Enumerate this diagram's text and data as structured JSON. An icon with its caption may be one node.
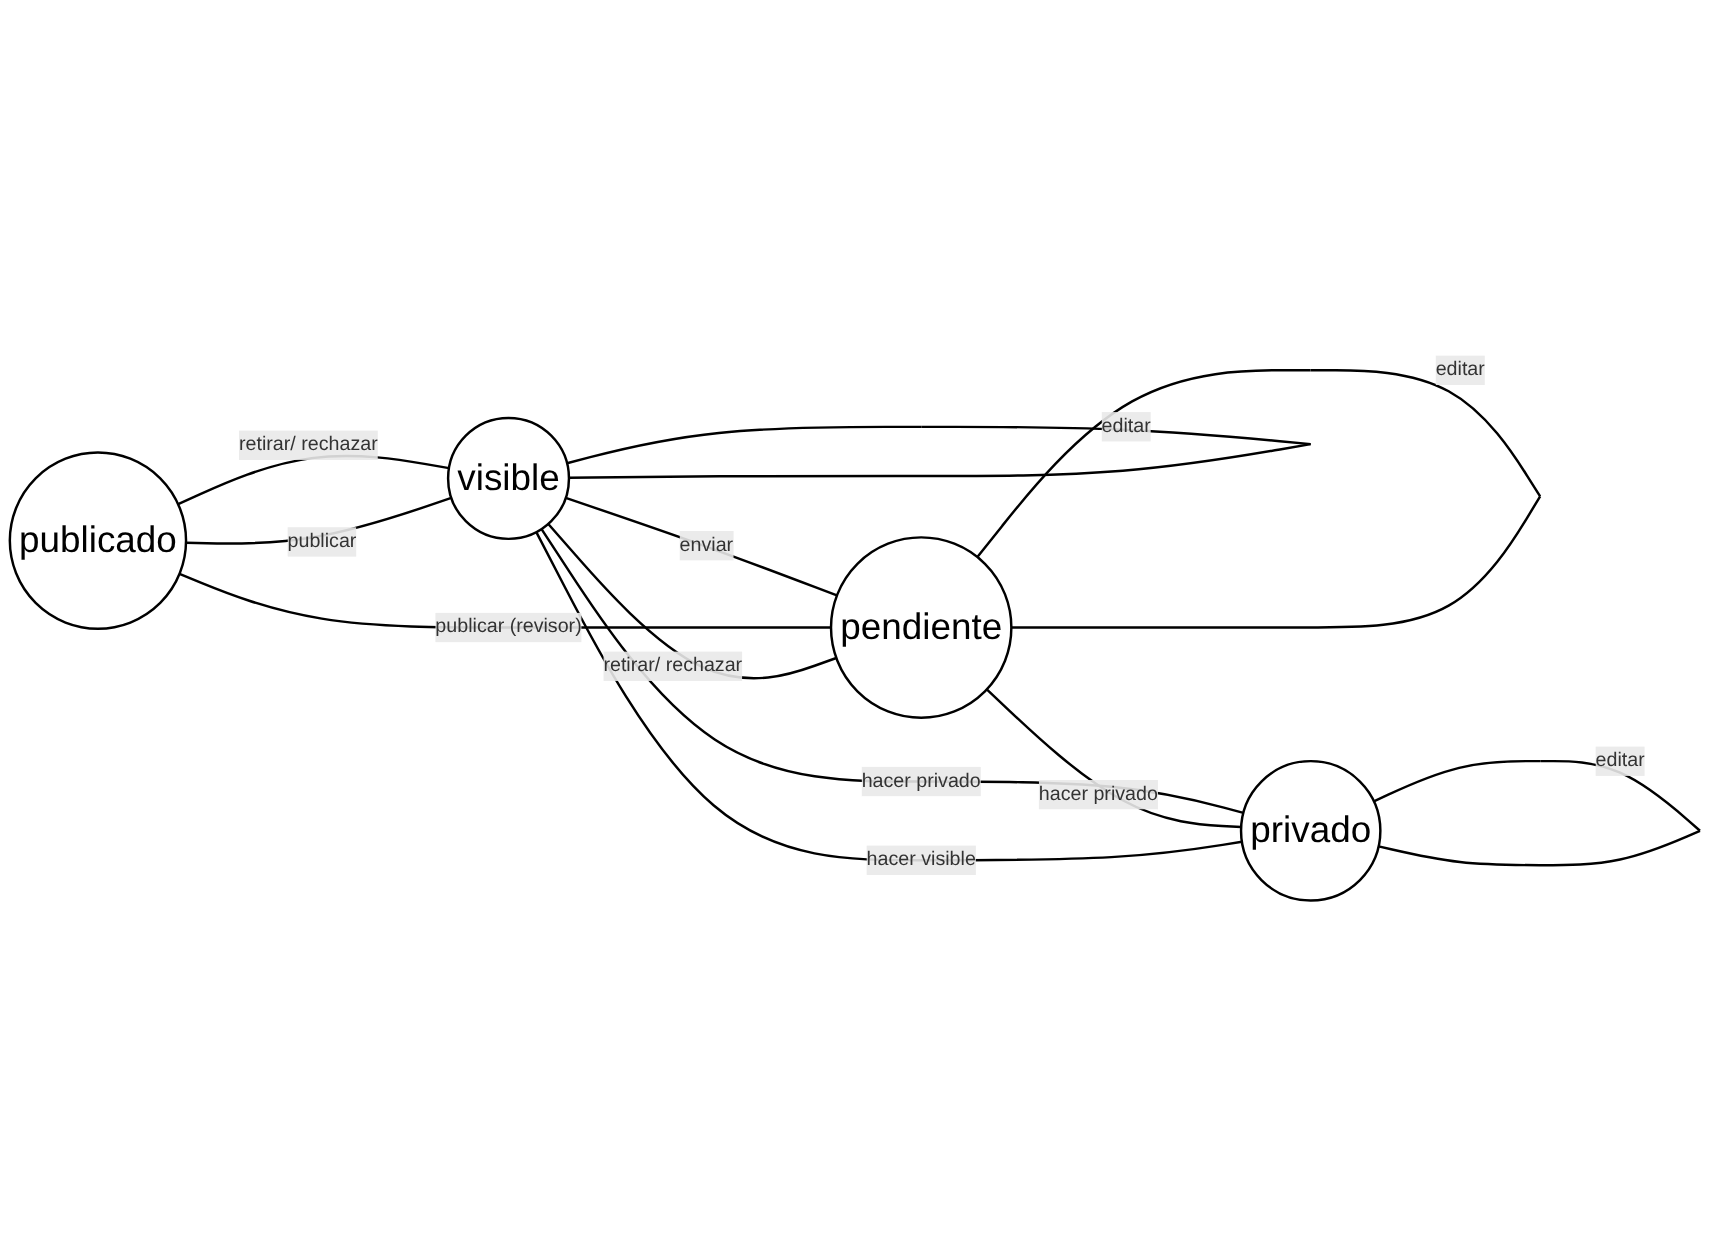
{
  "diagram": {
    "nodes": [
      {
        "text": [
          "publicado"
        ]
      },
      {
        "text": [
          "visible"
        ]
      },
      {
        "text": [
          "pendiente"
        ]
      },
      {
        "text": [
          "privado"
        ]
      }
    ],
    "edges": [
      {
        "from": 1,
        "to": 0,
        "arrow": "none",
        "label": "publicar"
      },
      {
        "from": 0,
        "to": 1,
        "arrow": "none",
        "label": "retirar/ rechazar"
      },
      {
        "from": 2,
        "to": 0,
        "arrow": "none",
        "label": "publicar (revisor)"
      },
      {
        "from": 1,
        "to": 2,
        "arrow": "none",
        "label": "enviar"
      },
      {
        "from": 2,
        "to": 1,
        "arrow": "none",
        "label": "retirar/ rechazar"
      },
      {
        "from": 1,
        "to": 3,
        "arrow": "none",
        "label": "hacer privado"
      },
      {
        "from": 3,
        "to": 1,
        "arrow": "none",
        "label": "hacer visible"
      },
      {
        "from": 2,
        "to": 3,
        "arrow": "none",
        "label": "hacer privado"
      },
      {
        "from": 1,
        "to": 1,
        "arrow": "none",
        "label": "editar"
      },
      {
        "from": 2,
        "to": 2,
        "arrow": "none",
        "label": "editar"
      },
      {
        "from": 3,
        "to": 3,
        "arrow": "none",
        "label": "editar"
      }
    ]
  }
}
